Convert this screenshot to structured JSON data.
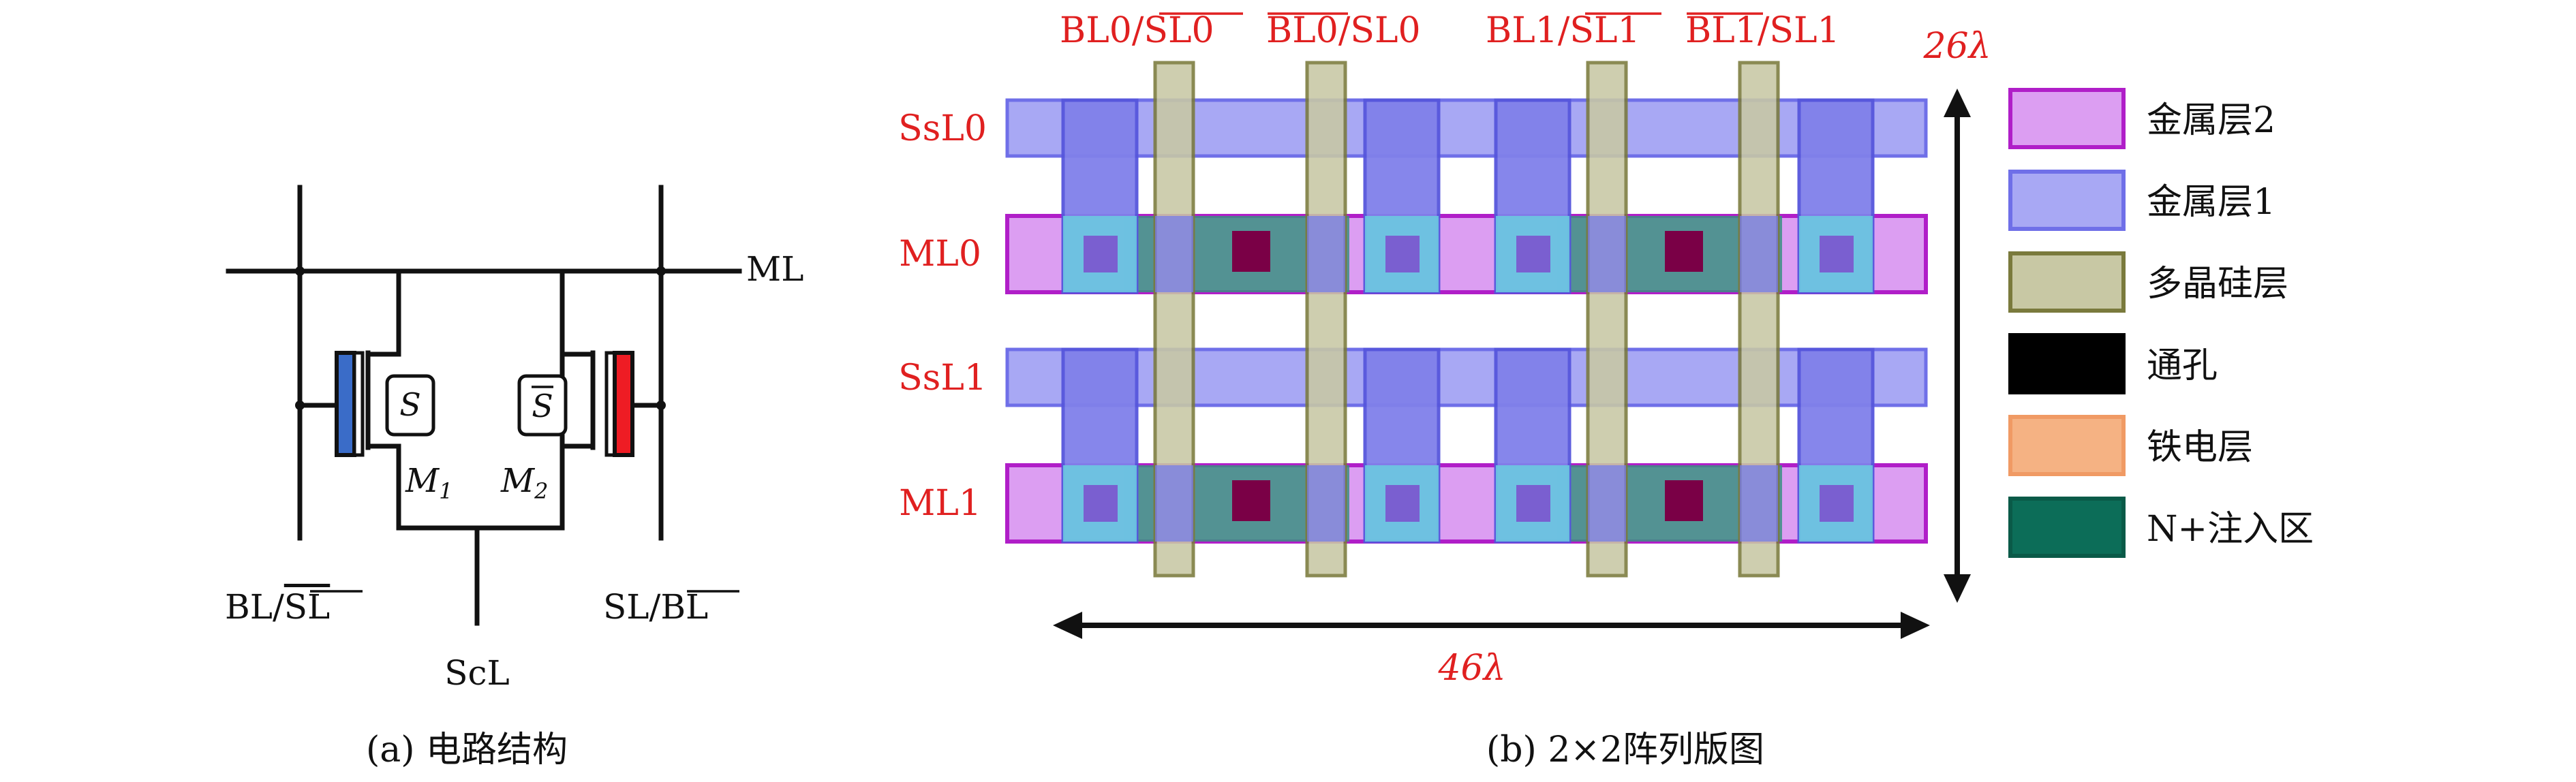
{
  "circuit": {
    "node_labels": {
      "ml": "ML",
      "bl_left": [
        "BL/",
        "SL"
      ],
      "sl_right": [
        "SL/",
        "BL"
      ],
      "scl": "ScL"
    },
    "cells": {
      "s": "S",
      "s_bar": "S",
      "m1": [
        "M",
        "1"
      ],
      "m2": [
        "M",
        "2"
      ]
    },
    "caption": "(a) 电路结构",
    "colors": {
      "wire": "#111111",
      "left_fe": "#3a6cc8",
      "right_fe": "#ee1c24"
    }
  },
  "layout": {
    "column_labels": [
      [
        "BL0/",
        "SL0"
      ],
      [
        "BL0",
        "/SL0"
      ],
      [
        "BL1/",
        "SL1"
      ],
      [
        "BL1",
        "/SL1"
      ]
    ],
    "row_labels": [
      "SsL0",
      "ML0",
      "SsL1",
      "ML1"
    ],
    "height_label": "26λ",
    "width_label": "46λ",
    "caption": "(b) 2×2阵列版图",
    "legend": [
      {
        "label": "金属层2",
        "color": "#dc9ef2",
        "border": "#b01ec8"
      },
      {
        "label": "金属层1",
        "color": "#a8a8f4",
        "border": "#6f6fe8"
      },
      {
        "label": "多晶硅层",
        "color": "#c8c8a4",
        "border": "#7a7a3c"
      },
      {
        "label": "通孔",
        "color": "#000000",
        "border": "#000000"
      },
      {
        "label": "铁电层",
        "color": "#f5b283",
        "border": "#f09a64"
      },
      {
        "label": "N+注入区",
        "color": "#0c6d58",
        "border": "#0a5a48"
      }
    ],
    "label_color": "#e02020"
  }
}
